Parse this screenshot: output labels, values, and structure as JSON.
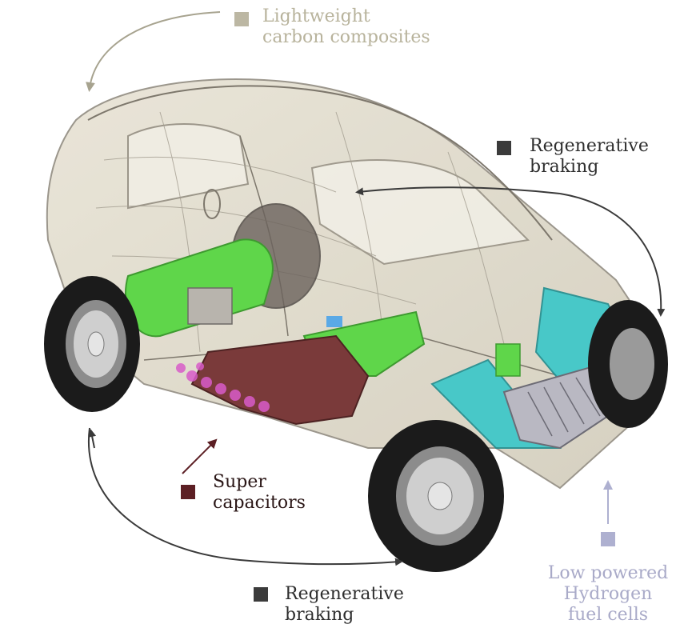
{
  "labels": {
    "carbon": {
      "lines": [
        "Lightweight",
        "carbon composites"
      ],
      "color": "#b8b39c",
      "swatch": "#bcb7a3"
    },
    "regen_top": {
      "lines": [
        "Regenerative",
        "braking"
      ],
      "color": "#2e2e2e",
      "swatch": "#3b3b3b"
    },
    "capacitors": {
      "lines": [
        "Super",
        "capacitors"
      ],
      "color": "#2a1616",
      "swatch": "#5c1f24"
    },
    "regen_bottom": {
      "lines": [
        "Regenerative",
        "braking"
      ],
      "color": "#2e2e2e",
      "swatch": "#3b3b3b"
    },
    "hydrogen": {
      "lines": [
        "Low powered",
        "Hydrogen",
        "fuel cells"
      ],
      "color": "#a9aac8",
      "swatch": "#aeb0d0"
    }
  },
  "colors": {
    "body_shell": "#d9d4c4",
    "frame": "#8a8478",
    "tyre": "#1b1b1b",
    "hub": "#cfcfcf",
    "tank": "#5fd64a",
    "capacitor_pack": "#7a3a3a",
    "fuel_cell_panel": "#39c7c9",
    "arrow_dark": "#3a3a3a",
    "arrow_capacitor": "#5c1f24"
  }
}
